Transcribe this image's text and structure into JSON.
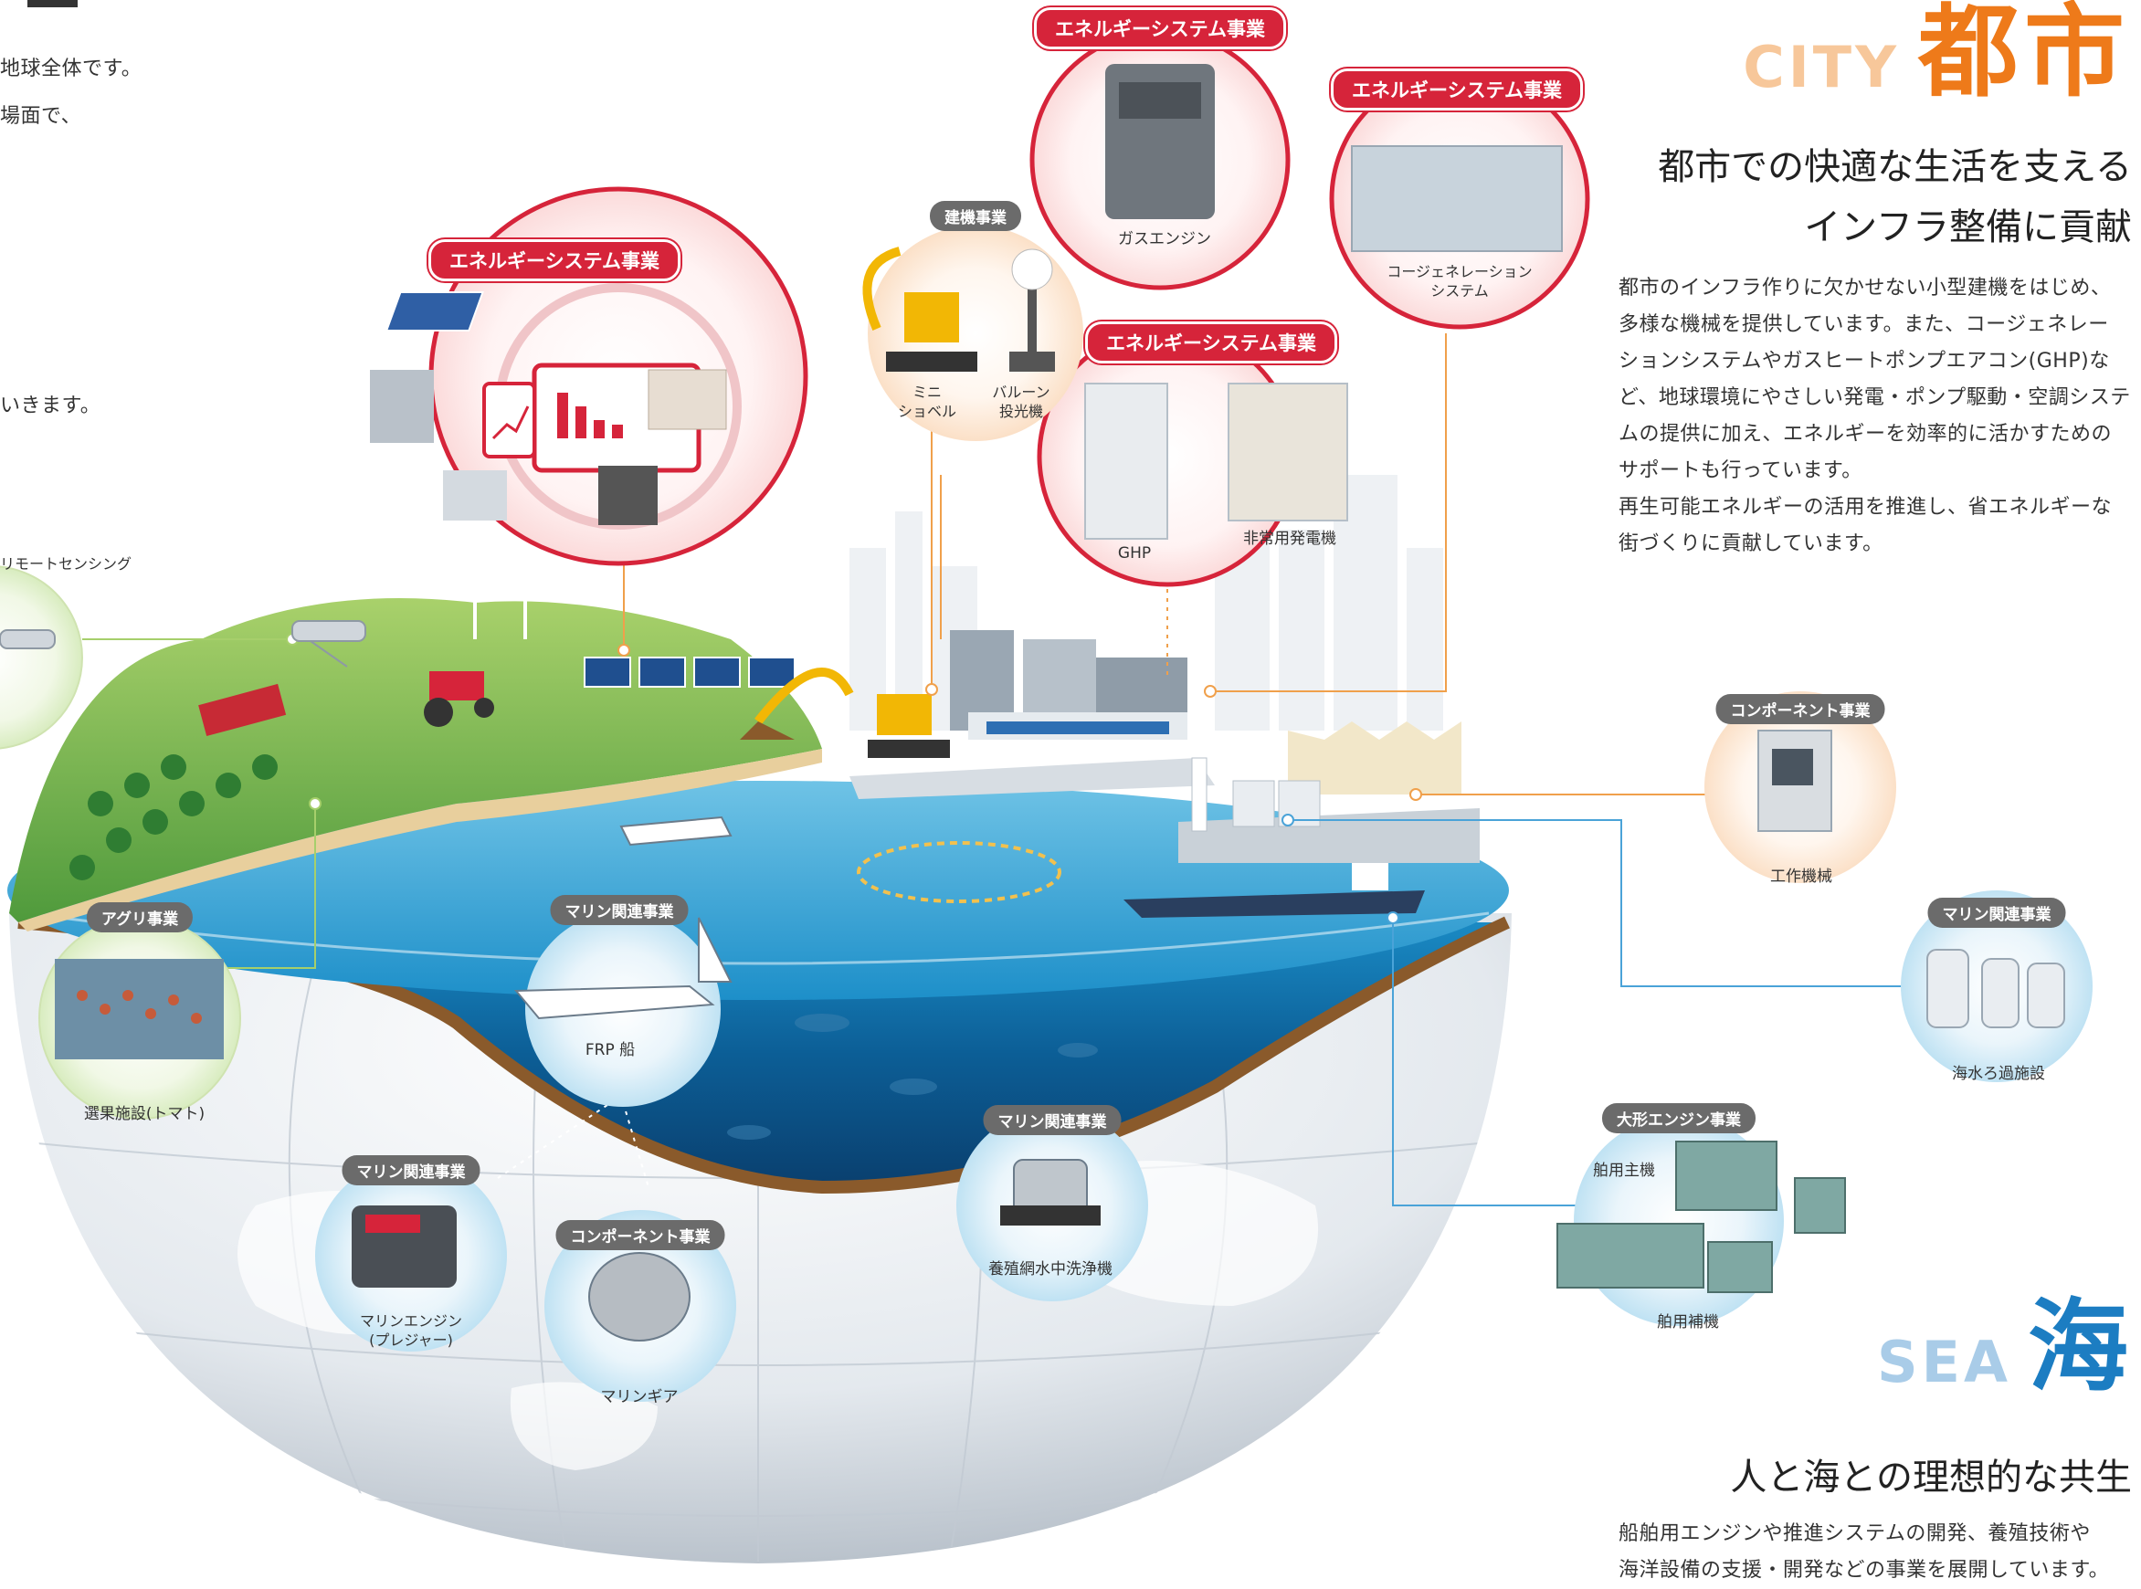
{
  "left_text": {
    "line1": "地球全体です。",
    "line2": "場面で、",
    "line3": "いきます。",
    "remote": "リモートセンシング"
  },
  "city": {
    "en": "CITY",
    "jp": "都市",
    "heading1": "都市での快適な生活を支える",
    "heading2": "インフラ整備に貢献",
    "body": [
      "都市のインフラ作りに欠かせない小型建機をはじめ、",
      "多様な機械を提供しています。また、コージェネレー",
      "ションシステムやガスヒートポンプエアコン(GHP)な",
      "ど、地球環境にやさしい発電・ポンプ駆動・空調システ",
      "ムの提供に加え、エネルギーを効率的に活かすための",
      "サポートも行っています。",
      "再生可能エネルギーの活用を推進し、省エネルギーな",
      "街づくりに貢献しています。"
    ]
  },
  "sea": {
    "en": "SEA",
    "jp": "海",
    "heading": "人と海との理想的な共生",
    "body": [
      "船舶用エンジンや推進システムの開発、養殖技術や",
      "海洋設備の支援・開発などの事業を展開しています。"
    ]
  },
  "tags": {
    "energy": "エネルギーシステム事業",
    "construction": "建機事業",
    "component": "コンポーネント事業",
    "marine": "マリン関連事業",
    "agri": "アグリ事業",
    "large_engine": "大形エンジン事業"
  },
  "labels": {
    "gas_engine": "ガスエンジン",
    "cogen1": "コージェネレーション",
    "cogen2": "システム",
    "mini1": "ミニ",
    "mini2": "ショベル",
    "balloon1": "バルーン",
    "balloon2": "投光機",
    "ghp": "GHP",
    "emergency": "非常用発電機",
    "machine_tool": "工作機械",
    "seawater": "海水ろ過施設",
    "main_engine": "舶用主機",
    "aux_engine": "舶用補機",
    "tomato": "選果施設(トマト)",
    "frp": "FRP 船",
    "net_cleaner": "養殖網水中洗浄機",
    "marine_engine1": "マリンエンジン",
    "marine_engine2": "(プレジャー)",
    "marine_gear": "マリンギア"
  },
  "colors": {
    "city_orange": "#ee7a1a",
    "city_light": "#f7c79a",
    "sea_blue": "#1c7dc2",
    "sea_light": "#a9cce8",
    "energy_red": "#d6243a",
    "gray_tag": "#6b6b6b"
  }
}
